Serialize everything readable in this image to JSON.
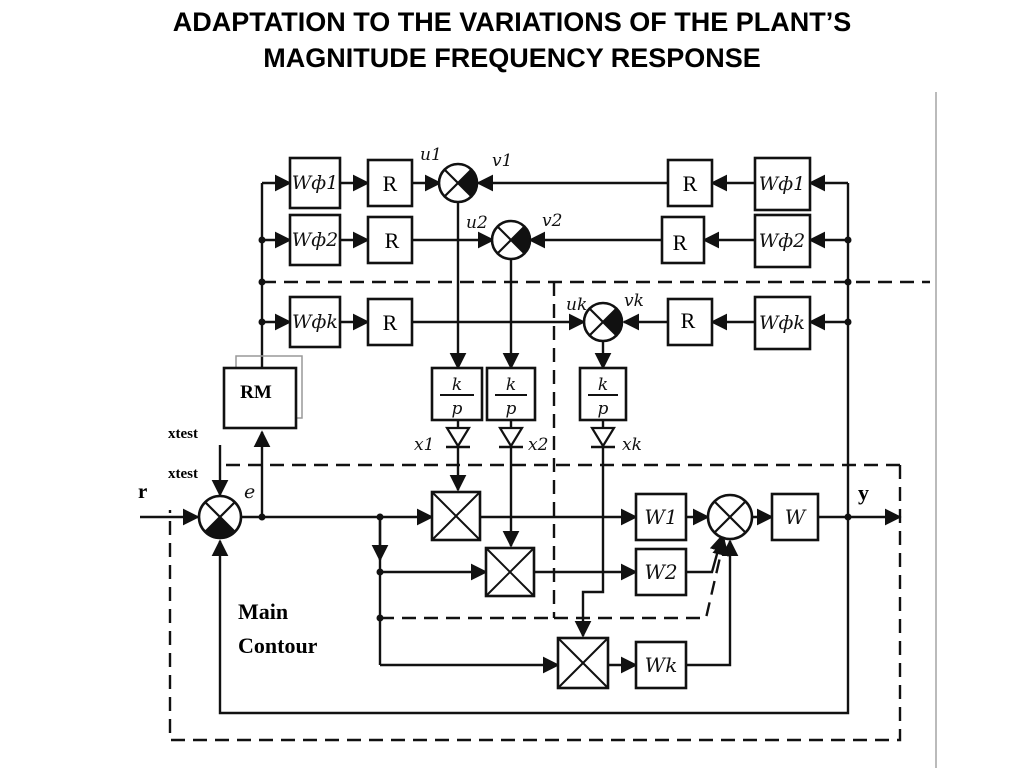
{
  "title_line1": "ADAPTATION TO THE VARIATIONS OF THE PLANT’S",
  "title_line2": "MAGNITUDE FREQUENCY RESPONSE",
  "diagram": {
    "filter_in_1": "Wф1",
    "filter_in_2": "Wф2",
    "filter_in_k": "Wфk",
    "filter_out_1": "Wф1",
    "filter_out_2": "Wф2",
    "filter_out_k": "Wфk",
    "r_block": "R",
    "rm_block": "RM",
    "integrator_num": "k",
    "integrator_den": "p",
    "u1": "u1",
    "u2": "u2",
    "uk": "uk",
    "v1": "v1",
    "v2": "v2",
    "vk": "vk",
    "x1": "x1",
    "x2": "x2",
    "xk": "xk",
    "xtest_1": "xtest",
    "xtest_2": "xtest",
    "r_input": "r",
    "error": "e",
    "y_output": "y",
    "w1": "W1",
    "w2": "W2",
    "wk": "Wk",
    "w_plant": "W",
    "main_contour_1": "Main",
    "main_contour_2": "Contour"
  }
}
